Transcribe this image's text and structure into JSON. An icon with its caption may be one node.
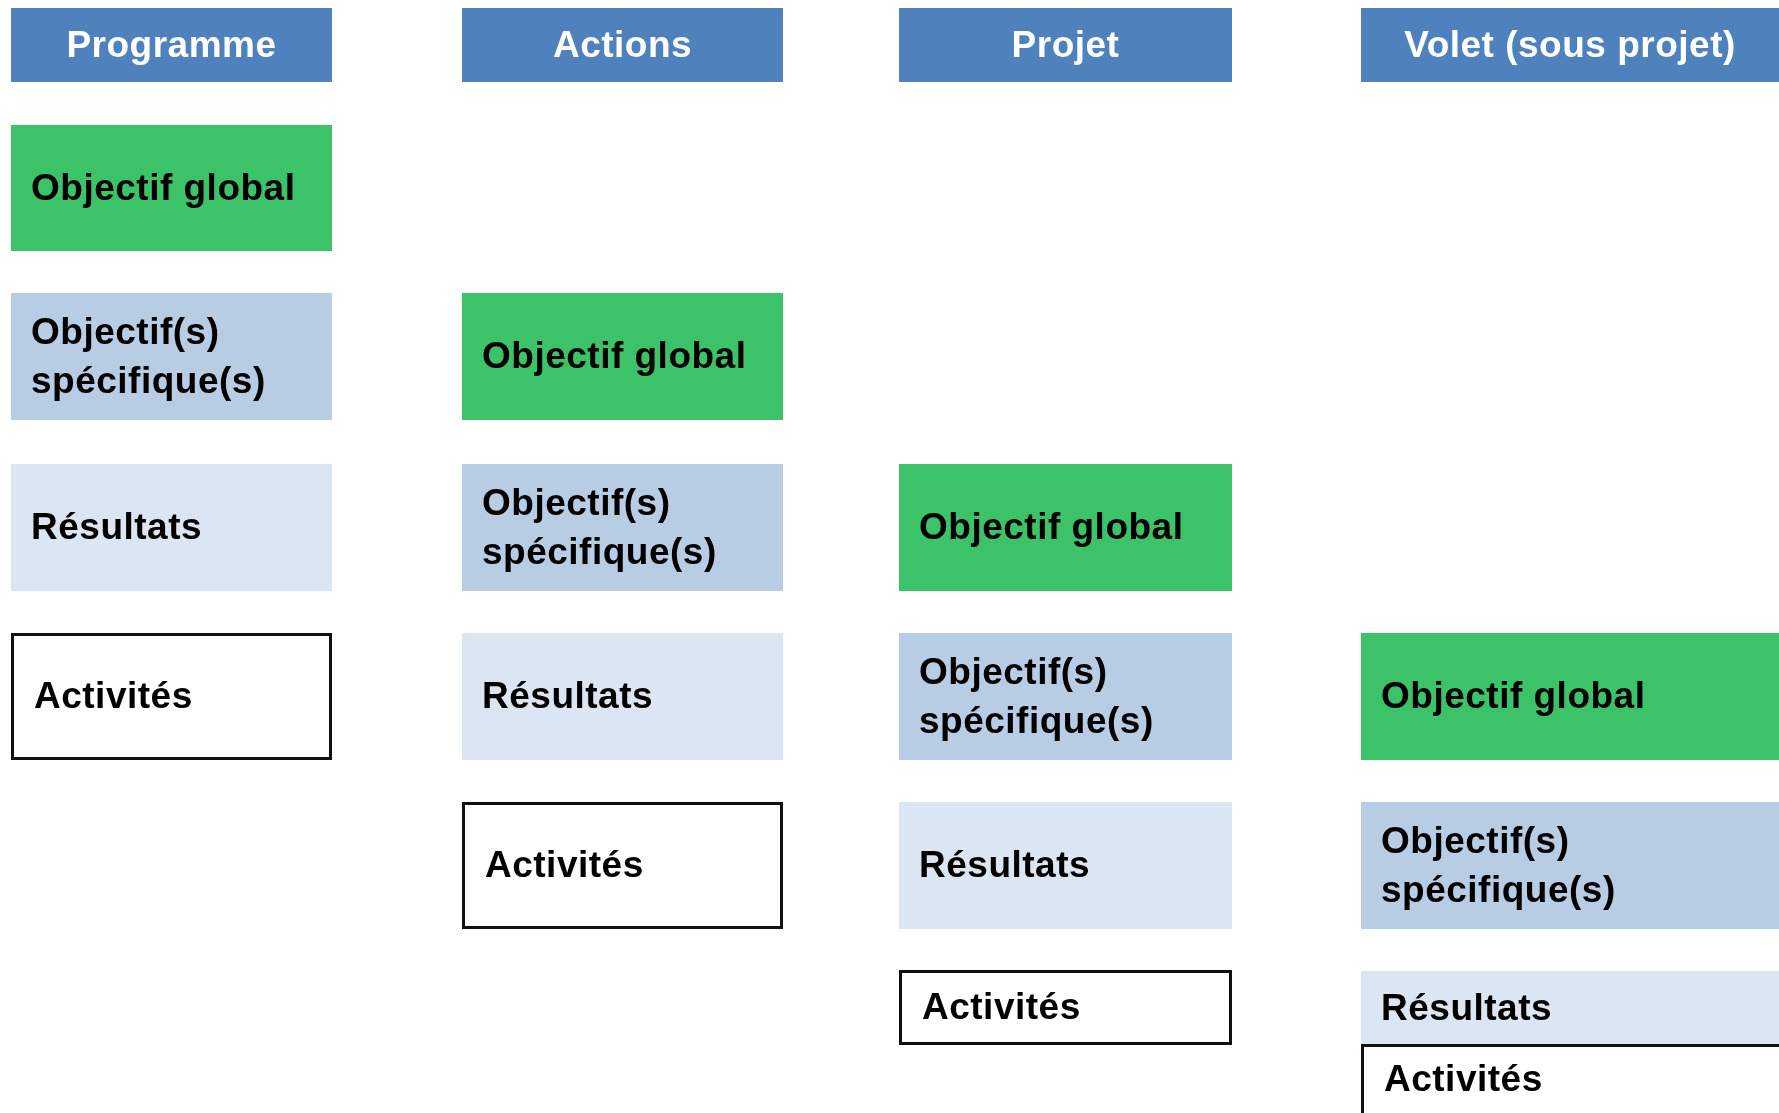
{
  "diagram": {
    "nodes": [
      {
        "text": [
          "Programme"
        ]
      },
      {
        "text": [
          "Actions"
        ]
      },
      {
        "text": [
          "Projet"
        ]
      },
      {
        "text": [
          "Volet (sous projet)"
        ]
      },
      {
        "text": [
          "Objectif global"
        ]
      },
      {
        "text": [
          "Objectif(s) spécifique(s)"
        ]
      },
      {
        "text": [
          "Résultats"
        ]
      },
      {
        "text": [
          "Activités"
        ]
      },
      {
        "text": [
          "Objectif global"
        ]
      },
      {
        "text": [
          "Objectif(s) spécifique(s)"
        ]
      },
      {
        "text": [
          "Résultats"
        ]
      },
      {
        "text": [
          "Activités"
        ]
      },
      {
        "text": [
          "Objectif global"
        ]
      },
      {
        "text": [
          "Objectif(s) spécifique(s)"
        ]
      },
      {
        "text": [
          "Résultats"
        ]
      },
      {
        "text": [
          "Activités"
        ]
      },
      {
        "text": [
          "Objectif global"
        ]
      },
      {
        "text": [
          "Objectif(s) spécifique(s)"
        ]
      },
      {
        "text": [
          "Résultats"
        ]
      },
      {
        "text": [
          "Activités"
        ]
      }
    ]
  }
}
